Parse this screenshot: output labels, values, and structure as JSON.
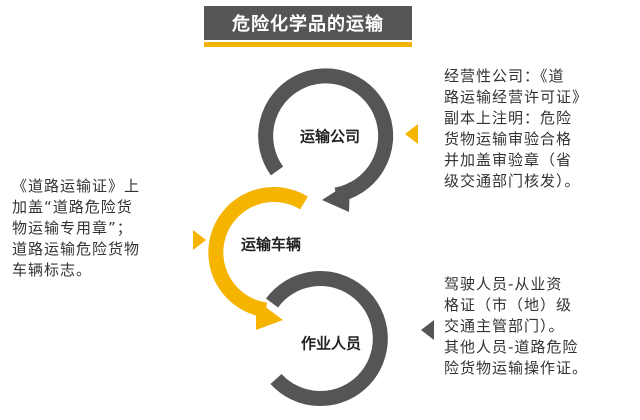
{
  "title": "危险化学品的运输",
  "nodes": {
    "company": "运输公司",
    "vehicle": "运输车辆",
    "staff": "作业人员"
  },
  "descriptions": {
    "company": "经营性公司：《道\n路运输经营许可证》\n副本上注明：危险\n货物运输审验合格\n并加盖审验章（省\n级交通部门核发）。",
    "vehicle": "《道路运输证》上\n加盖“道路危险货\n物运输专用章”；\n道路运输危险货物\n车辆标志。",
    "staff": "驾驶人员-从业资\n格证（市（地）级\n交通主管部门）。\n其他人员-道路危险\n险货物运输操作证。"
  },
  "colors": {
    "ring_dark": "#555555",
    "ring_accent": "#f4b400",
    "banner_bg": "#555555",
    "banner_underline": "#f4b400"
  }
}
